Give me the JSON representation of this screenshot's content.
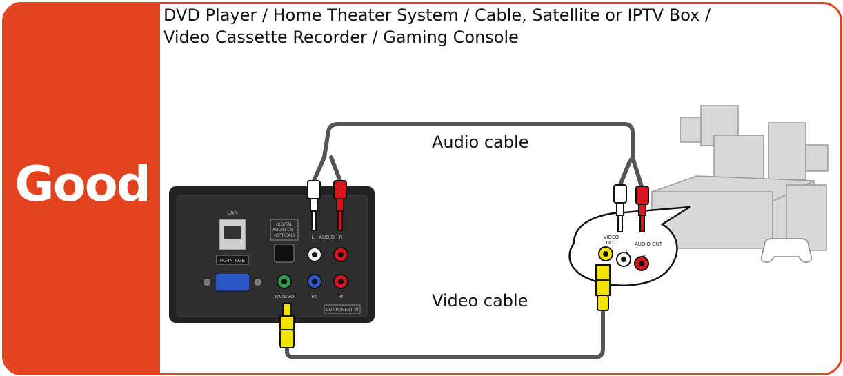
{
  "title": {
    "line1": "DVD Player / Home Theater System / Cable, Satellite or IPTV Box /",
    "line2": "Video Cassette Recorder / Gaming Console"
  },
  "rating": {
    "label": "Good",
    "color": "#e2421d"
  },
  "cables": {
    "audio": "Audio cable",
    "video": "Video cable"
  },
  "tv_panel": {
    "lan": "LAN",
    "pc_in": "PC-IN RGB",
    "digital_audio": [
      "DIGITAL",
      "AUDIO OUT",
      "(OPTICAL)"
    ],
    "audio_lr": "L · AUDIO · R",
    "y_video": "Y/VIDEO",
    "pb": "Pb",
    "pr": "Pr",
    "component_in": "COMPONENT IN"
  },
  "device_callout": {
    "video_out": [
      "VIDEO",
      "OUT"
    ],
    "audio_out": "AUDIO OUT",
    "l": "L",
    "r": "R"
  },
  "connector_colors": {
    "white": "#f2f2f2",
    "red": "#d8141c",
    "yellow": "#f3e300",
    "green": "#2e9a4a",
    "blue": "#2a57c4",
    "cable": "#555555"
  }
}
